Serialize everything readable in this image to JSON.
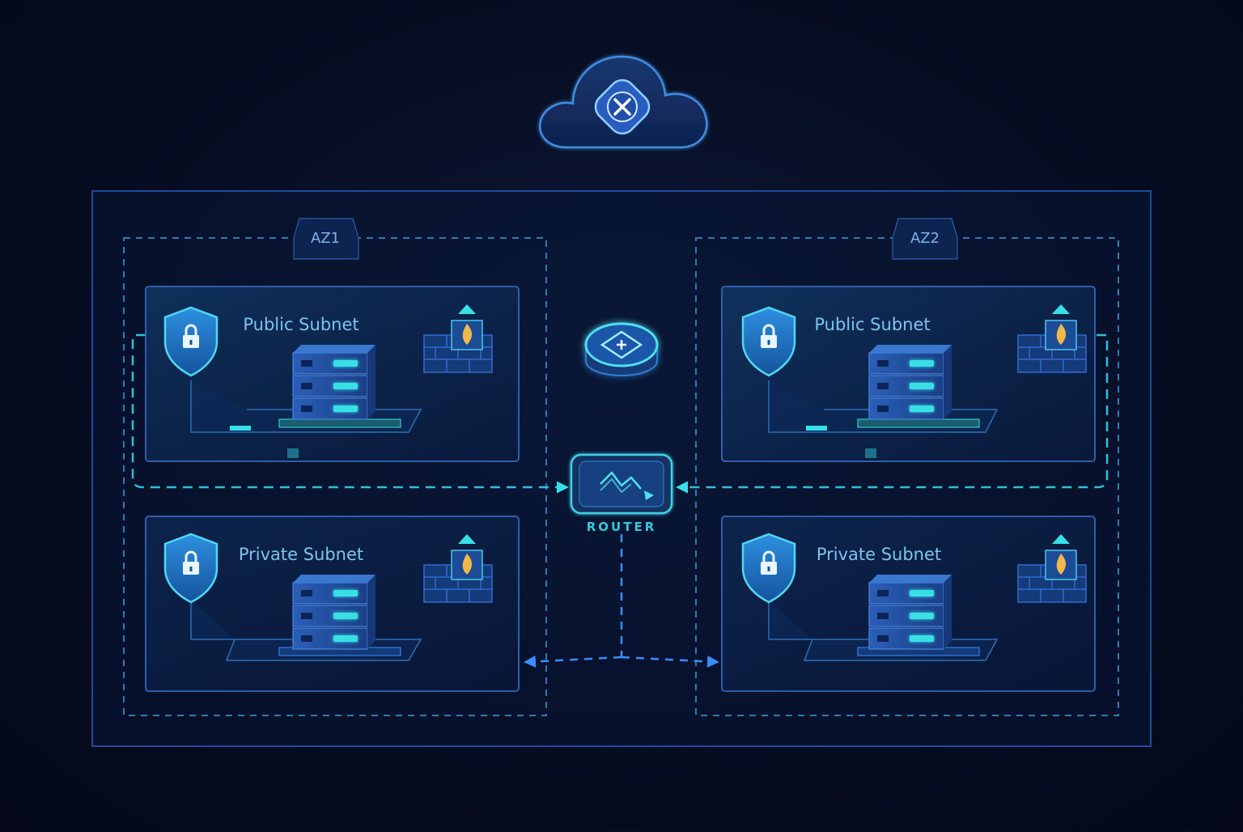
{
  "zones": [
    {
      "label": "AZ1",
      "public_label": "Public Subnet",
      "private_label": "Private Subnet"
    },
    {
      "label": "AZ2",
      "public_label": "Public Subnet",
      "private_label": "Private Subnet"
    }
  ],
  "router": {
    "label": "ROUTER"
  },
  "icons": {
    "internet": "cloud-icon",
    "gateway": "internet-gateway-icon",
    "router": "router-icon",
    "security": "shield-lock-icon",
    "firewall": "firewall-icon",
    "server": "server-rack-icon"
  },
  "colors": {
    "background": "#070d22",
    "vpc_border": "#1f4a9c",
    "az_border": "#2e7bb5",
    "subnet_border": "#3567b8",
    "accent_cyan": "#37e0e6",
    "accent_blue": "#3a8dff",
    "panel_fill": "#0f2a55"
  }
}
